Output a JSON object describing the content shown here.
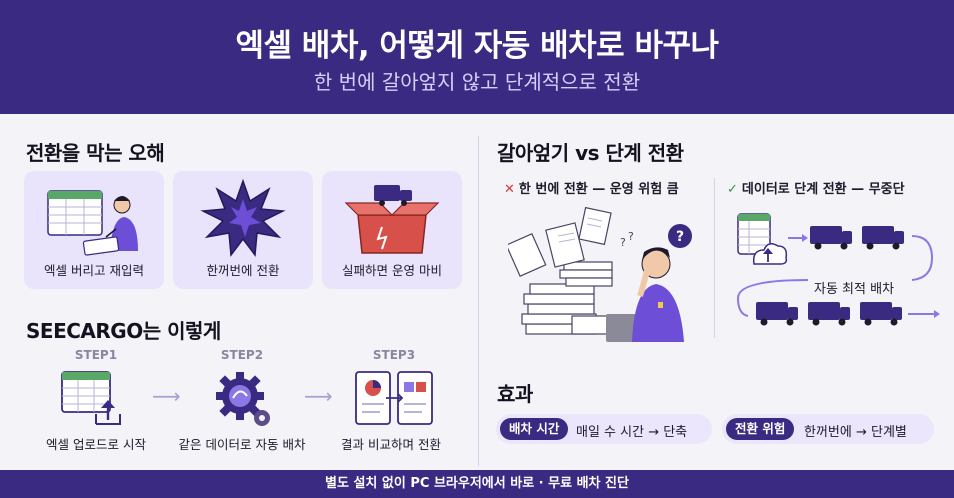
{
  "header": {
    "title": "엑셀 배차, 어떻게 자동 배차로 바꾸나",
    "subtitle": "한 번에 갈아엎지 않고 단계적으로 전환"
  },
  "misconceptions": {
    "title": "전환을 막는 오해",
    "cards": [
      {
        "label": "엑셀 버리고 재입력"
      },
      {
        "label": "한꺼번에 전환"
      },
      {
        "label": "실패하면 운영 마비"
      }
    ]
  },
  "how": {
    "title": "SEECARGO는 이렇게",
    "steps": [
      {
        "step": "STEP1",
        "caption": "엑셀 업로드로 시작"
      },
      {
        "step": "STEP2",
        "caption": "같은 데이터로 자동 배차"
      },
      {
        "step": "STEP3",
        "caption": "결과 비교하며 전환"
      }
    ]
  },
  "compare": {
    "title": "갈아엎기 vs 단계 전환",
    "bad": "한 번에 전환 — 운영 위험 큼",
    "good": "데이터로 단계 전환 — 무중단",
    "auto_label": "자동 최적 배차"
  },
  "effect": {
    "title": "효과",
    "items": [
      {
        "tag": "배차 시간",
        "text": "매일 수 시간 → 단축"
      },
      {
        "tag": "전환 위험",
        "text": "한꺼번에 → 단계별"
      }
    ]
  },
  "footer": {
    "text": "별도 설치 없이 PC 브라우저에서 바로 · 무료 배차 진단"
  },
  "colors": {
    "brand": "#3b2a82",
    "card": "#e9e4fb",
    "bad": "#d83a3a",
    "good": "#2f9a4a"
  }
}
